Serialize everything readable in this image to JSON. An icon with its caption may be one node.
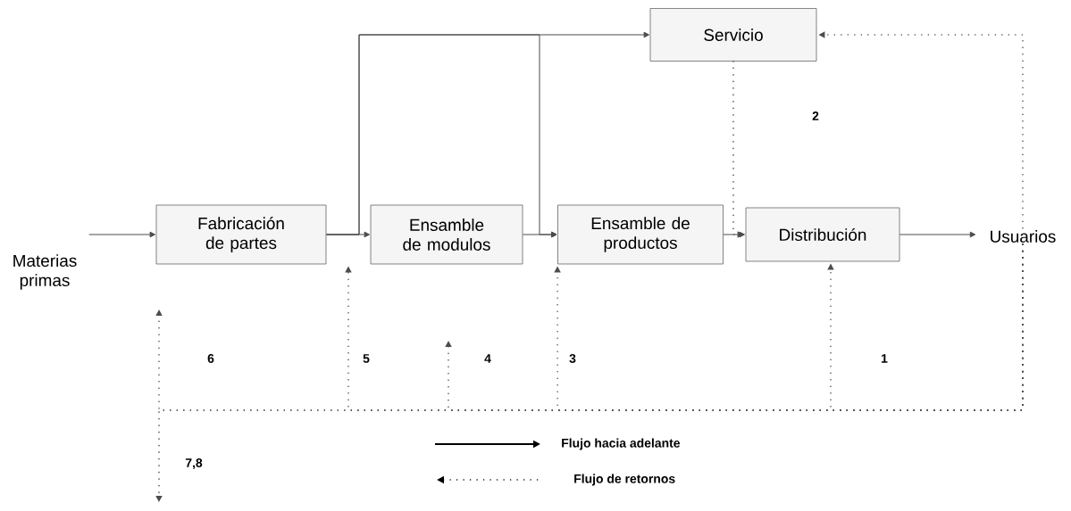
{
  "diagram": {
    "nodes": [
      {
        "text": [
          "Materias primas"
        ]
      },
      {
        "text": [
          "Fabricación de partes"
        ]
      },
      {
        "text": [
          "Ensamble de modulos"
        ]
      },
      {
        "text": [
          "Ensamble de productos"
        ]
      },
      {
        "text": [
          "Distribución"
        ]
      },
      {
        "text": [
          "Usuarios"
        ]
      },
      {
        "text": [
          "Servicio"
        ]
      }
    ],
    "edges": [
      {
        "from": 0,
        "to": 1,
        "arrow": "to"
      },
      {
        "from": 1,
        "to": 2,
        "arrow": "to"
      },
      {
        "from": 2,
        "to": 3,
        "arrow": "to"
      },
      {
        "from": 3,
        "to": 4,
        "arrow": "to"
      },
      {
        "from": 4,
        "to": 5,
        "arrow": "to"
      },
      {
        "from": 1,
        "to": 6,
        "arrow": "to"
      },
      {
        "from": 1,
        "to": 3,
        "arrow": "to"
      },
      {
        "from": 6,
        "to": 4,
        "arrow": "to",
        "style": "dashed"
      },
      {
        "from": 5,
        "to": 6,
        "arrow": "to",
        "style": "dashed"
      },
      {
        "from": 5,
        "to": 4,
        "arrow": "to",
        "style": "dashed"
      },
      {
        "from": 5,
        "to": 3,
        "arrow": "to",
        "style": "dashed"
      },
      {
        "from": 5,
        "to": null,
        "arrow": "to",
        "style": "dashed"
      },
      {
        "from": 5,
        "to": 2,
        "arrow": "to",
        "style": "dashed"
      },
      {
        "from": 5,
        "to": null,
        "arrow": "to",
        "style": "dashed"
      },
      {
        "from": 5,
        "to": null,
        "arrow": "to",
        "style": "dashed"
      }
    ],
    "labels": [
      "2",
      "6",
      "5",
      "4",
      "3",
      "1",
      "7,8"
    ],
    "legend": [
      {
        "text": "Flujo hacia adelante"
      },
      {
        "text": "Flujo de retornos"
      }
    ]
  }
}
